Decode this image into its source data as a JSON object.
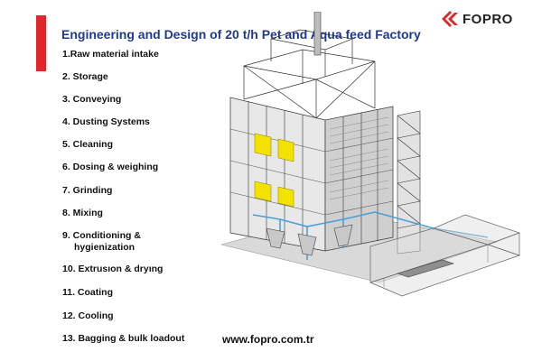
{
  "title": "Engineering and Design of 20 t/h Pet and Aqua feed Factory",
  "logo": {
    "text": "FOPRO",
    "icon": "fopro-logo-icon",
    "color": "#e0262b"
  },
  "accent_color": "#e0262b",
  "title_color": "#1f3a8f",
  "steps": [
    {
      "label": "1.Raw material intake"
    },
    {
      "label": "2. Storage"
    },
    {
      "label": "3. Conveying"
    },
    {
      "label": "4. Dusting Systems"
    },
    {
      "label": "5. Cleaning"
    },
    {
      "label": "6. Dosing & weighing"
    },
    {
      "label": "7. Grinding"
    },
    {
      "label": "8. Mixing"
    },
    {
      "label": "9. Conditioning &",
      "cont": "hygienization"
    },
    {
      "label": "10. Extrusıon & dryıng"
    },
    {
      "label": "11. Coating"
    },
    {
      "label": "12. Cooling"
    },
    {
      "label": "13. Bagging & bulk loadout"
    }
  ],
  "website": "www.fopro.com.tr",
  "illustration": {
    "icon": "feed-factory-3d-illustration",
    "highlight_color": "#f2e200",
    "pipe_color": "#4a9fd8"
  }
}
